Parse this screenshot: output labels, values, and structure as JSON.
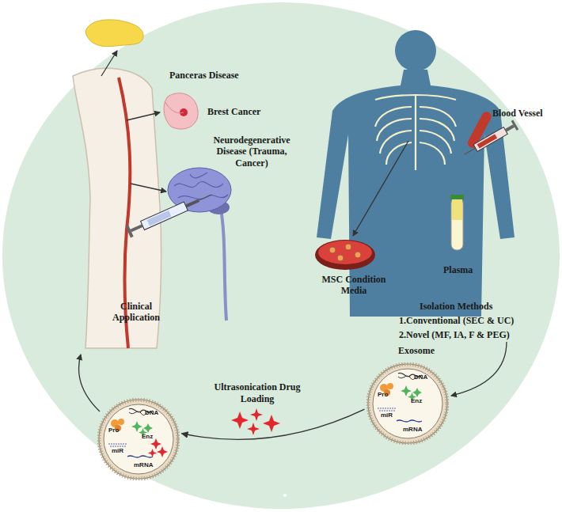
{
  "diagram": {
    "nodes": [
      {
        "text": [
          "Exosome",
          "DNA",
          "Pro",
          "Enz",
          "miR",
          "mRNA"
        ]
      },
      {
        "text": [
          "DNA",
          "Pro",
          "Enz",
          "miR",
          "mRNA"
        ]
      }
    ],
    "edges": [
      {
        "from": 0,
        "to": 1,
        "arrow": "to",
        "label": "Ultrasonication Drug Loading"
      }
    ],
    "labels": [
      "Panceras Disease",
      "Brest Cancer",
      "Neurodegenerative Disease (Trauma, Cancer)",
      "Clinical Application",
      "Blood Vessel",
      "MSC Condition Media",
      "Plasma",
      "Isolation Methods",
      "1.Conventional (SEC & UC)",
      "2.Novel (MF, IA, F & PEG)"
    ]
  }
}
